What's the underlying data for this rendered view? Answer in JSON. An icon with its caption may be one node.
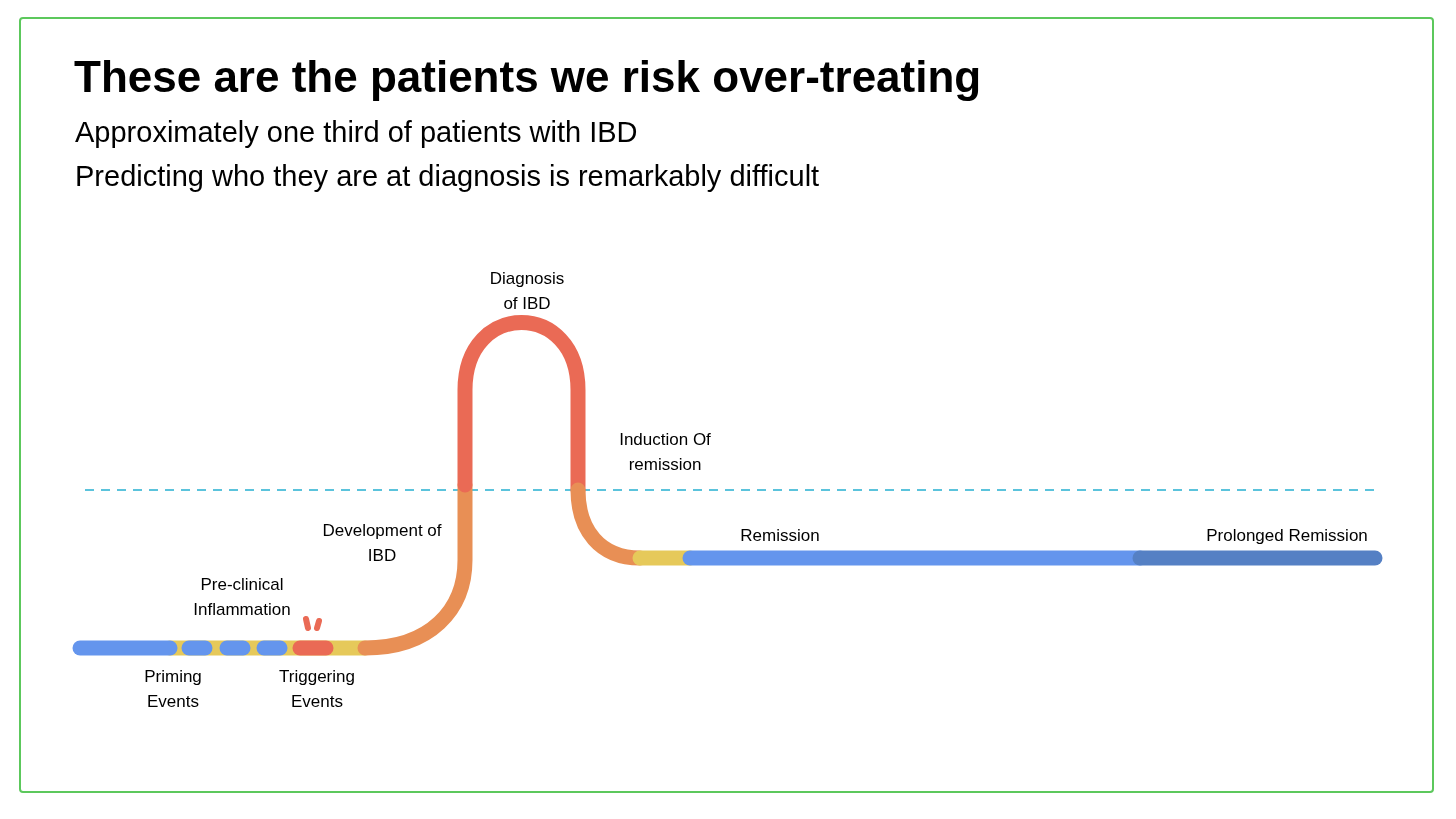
{
  "diagram": {
    "title": "These are the patients we risk over-treating",
    "labels": [
      "Approximately one third of patients with IBD",
      "Predicting who they are at diagnosis is remarkably difficult",
      "Diagnosis of IBD",
      "Induction Of remission",
      "Development of IBD",
      "Remission",
      "Prolonged Remission",
      "Pre-clinical Inflammation",
      "Priming Events",
      "Triggering Events"
    ]
  }
}
